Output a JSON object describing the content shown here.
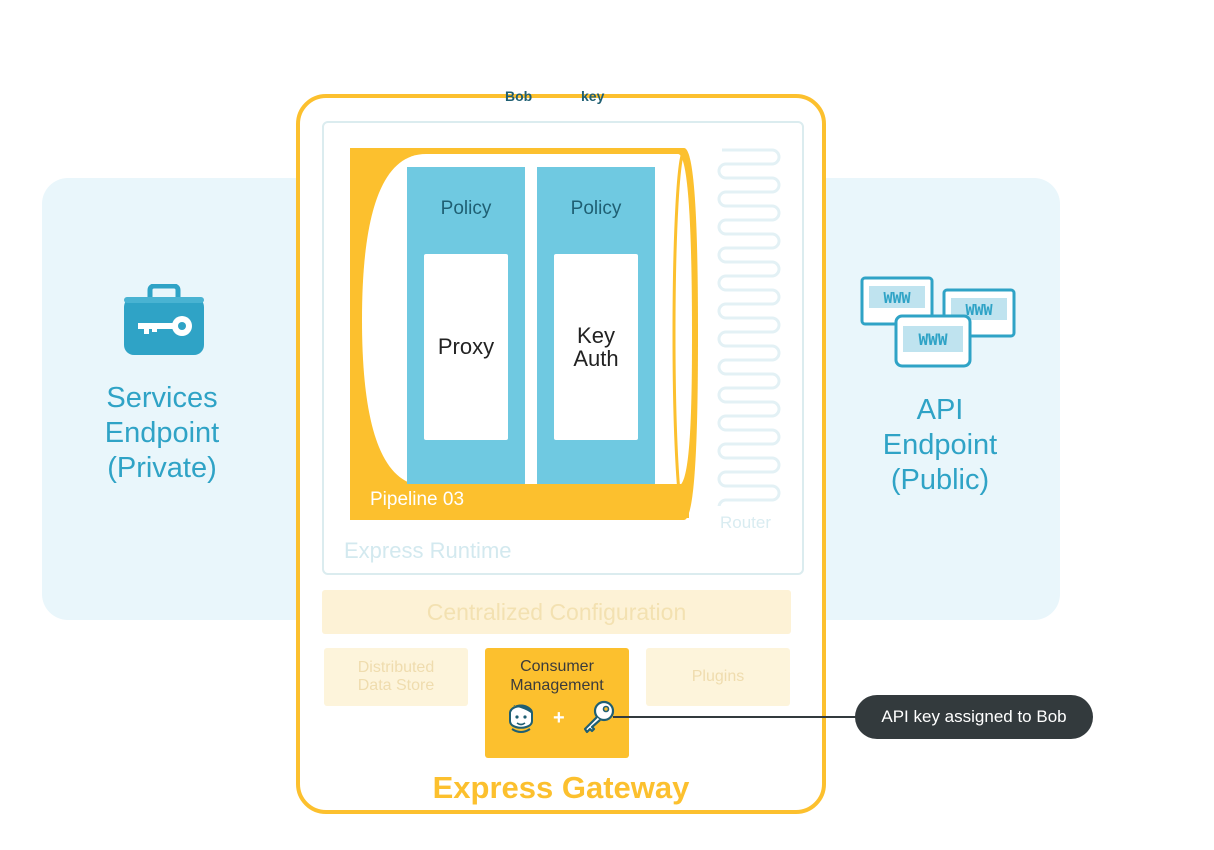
{
  "services_endpoint": {
    "line1": "Services",
    "line2": "Endpoint",
    "line3": "(Private)"
  },
  "api_endpoint": {
    "line1": "API",
    "line2": "Endpoint",
    "line3": "(Public)"
  },
  "runtime": {
    "label": "Express Runtime",
    "router_label": "Router"
  },
  "pipeline": {
    "label": "Pipeline 03"
  },
  "policies": [
    {
      "title": "Policy",
      "name_line1": "Proxy",
      "name_line2": ""
    },
    {
      "title": "Policy",
      "name_line1": "Key",
      "name_line2": "Auth"
    }
  ],
  "config": {
    "label": "Centralized Configuration"
  },
  "data_store": {
    "line1": "Distributed",
    "line2": "Data Store"
  },
  "plugins": {
    "label": "Plugins"
  },
  "consumer": {
    "line1": "Consumer",
    "line2": "Management",
    "user_label": "Bob",
    "plus": "+",
    "key_label": "key"
  },
  "gateway": {
    "title": "Express Gateway"
  },
  "callout": {
    "label": "API key assigned to Bob"
  },
  "www_icons": [
    {
      "label": "WWW"
    },
    {
      "label": "WWW"
    },
    {
      "label": "WWW"
    }
  ],
  "colors": {
    "yellow": "#fcc02e",
    "policy_blue": "#6fc9e1",
    "endpoint_blue": "#2fa3c6",
    "light_band": "#e9f6fb",
    "dark_callout": "#333a3d"
  }
}
